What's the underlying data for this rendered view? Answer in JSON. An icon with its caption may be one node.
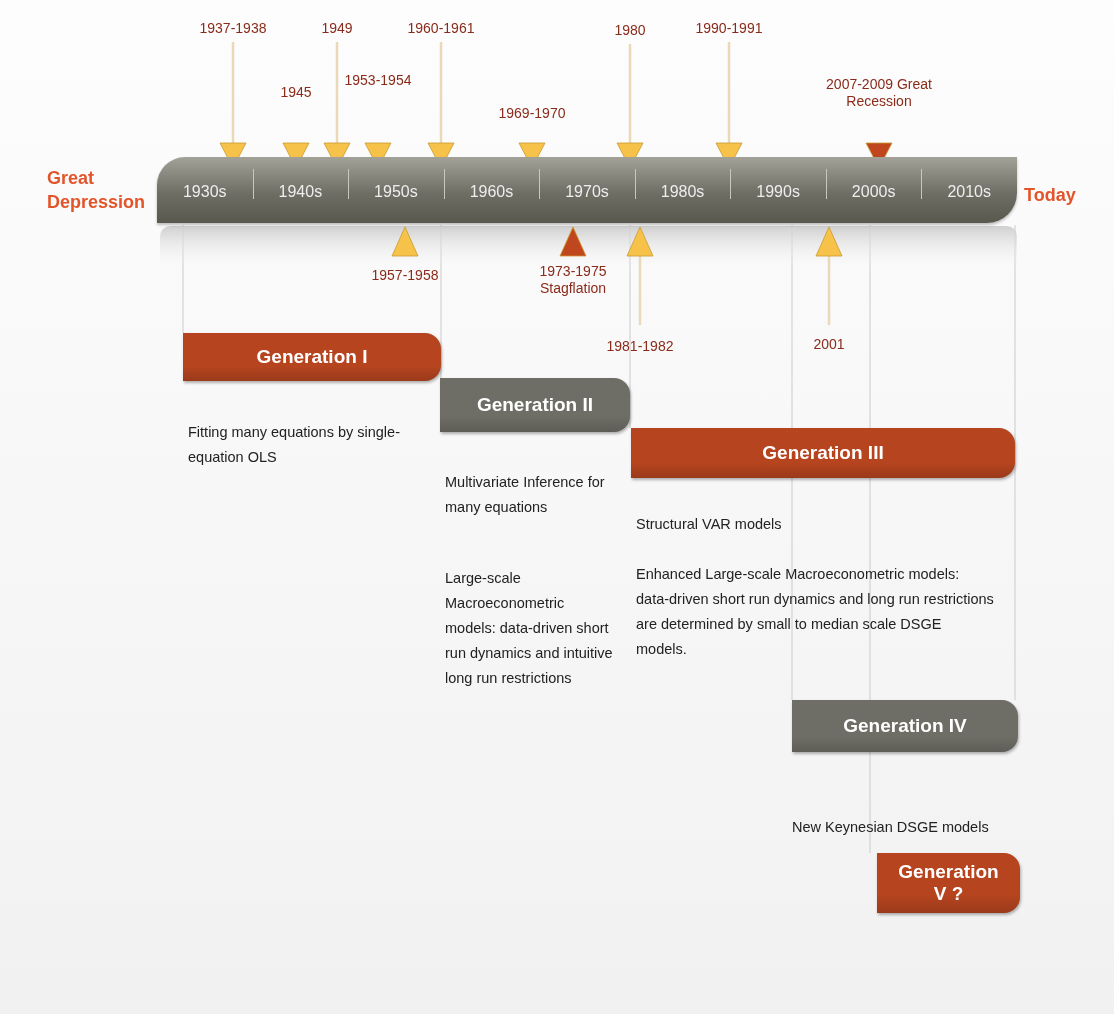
{
  "diagram": {
    "nodes": [
      {
        "text": [
          "1930s",
          "1940s",
          "1950s",
          "1960s",
          "1970s",
          "1980s",
          "1990s",
          "2000s",
          "2010s"
        ]
      },
      {
        "text": [
          "Generation I"
        ]
      },
      {
        "text": [
          "Generation II"
        ]
      },
      {
        "text": [
          "Generation III"
        ]
      },
      {
        "text": [
          "Generation IV"
        ]
      },
      {
        "text": [
          "Generation V ?"
        ]
      }
    ],
    "labels": [
      "1937-1938",
      "1949",
      "1960-1961",
      "1980",
      "1990-1991",
      "2007-2009 Great Recession",
      "1945",
      "1953-1954",
      "1969-1970",
      "Great Depression",
      "Today",
      "1957-1958",
      "1973-1975 Stagflation",
      "1981-1982",
      "2001",
      "Fitting many equations by single-equation OLS",
      "Multivariate Inference for many equations",
      "Structural VAR models",
      "Large-scale Macroeconometric models: data-driven short run dynamics and intuitive long run restrictions",
      "Enhanced Large-scale Macroeconometric models: data-driven short run dynamics and long run restrictions are determined by small to median scale DSGE models.",
      "New Keynesian DSGE models"
    ]
  }
}
